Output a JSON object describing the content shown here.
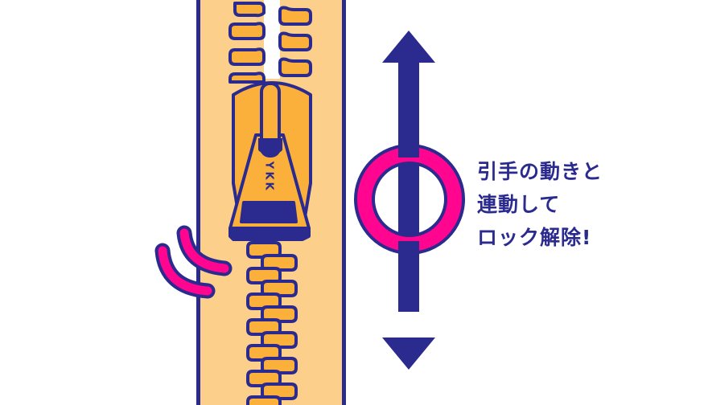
{
  "illustration": {
    "title": "Zipper slider lock release diagram",
    "slider_brand": [
      "Y",
      "K",
      "K"
    ],
    "caption_lines": [
      "引手の動きと",
      "連動して",
      "ロック解除!"
    ],
    "icons": {
      "zipper": "zipper-tape-icon",
      "slider": "zipper-slider-icon",
      "arrow": "vertical-double-arrow-icon",
      "ring": "ring-icon",
      "motion": "motion-lines-icon"
    },
    "colors": {
      "navy": "#2a2a8f",
      "tape": "#fcd08a",
      "tooth": "#fbb03b",
      "magenta": "#ff0590",
      "background": "#ffffff"
    }
  }
}
